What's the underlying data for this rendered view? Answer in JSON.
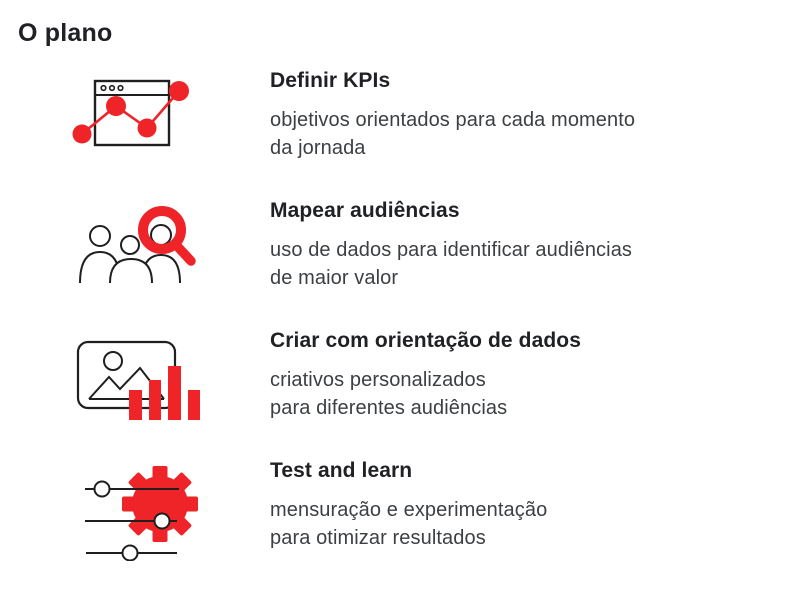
{
  "page": {
    "title": "O plano",
    "background": "#ffffff"
  },
  "colors": {
    "accent_red": "#EF2428",
    "heading_text": "#202124",
    "body_text": "#3c4043",
    "icon_stroke": "#1f1f1f"
  },
  "items": [
    {
      "icon": "kpi-line-chart-icon",
      "heading": "Definir KPIs",
      "body": "objetivos orientados para cada momento\nda jornada"
    },
    {
      "icon": "audience-magnifier-icon",
      "heading": "Mapear audiências",
      "body": "uso de dados para identificar audiências\nde maior valor"
    },
    {
      "icon": "image-bar-chart-icon",
      "heading": "Criar com orientação de dados",
      "body": "criativos personalizados\npara diferentes audiências"
    },
    {
      "icon": "sliders-gear-icon",
      "heading": "Test and learn",
      "body": "mensuração e experimentação\npara otimizar resultados"
    }
  ]
}
